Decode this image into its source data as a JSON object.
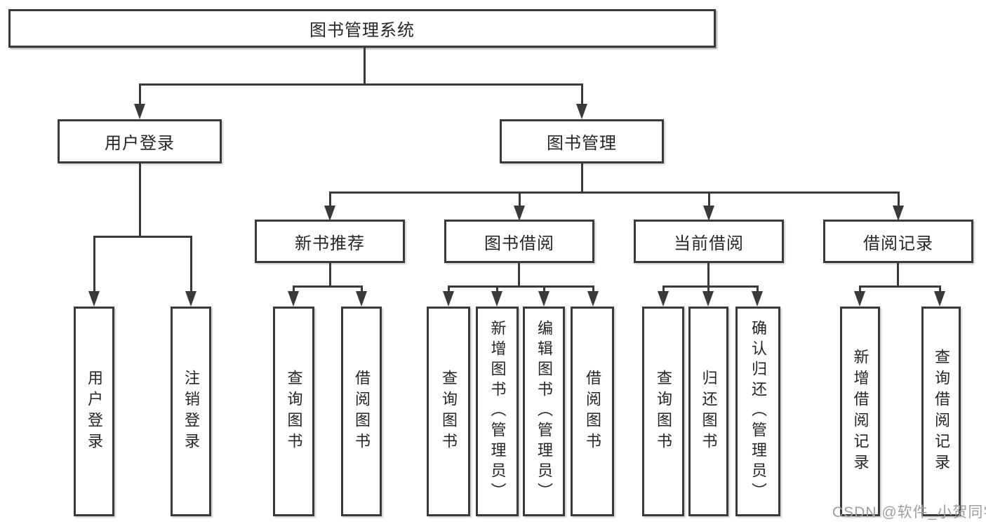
{
  "diagram": {
    "root": {
      "label": "图书管理系统"
    },
    "branches": {
      "user_login": {
        "label": "用户登录",
        "children": [
          {
            "label": "用户登录"
          },
          {
            "label": "注销登录"
          }
        ]
      },
      "book_management": {
        "label": "图书管理",
        "groups": [
          {
            "label": "新书推荐",
            "children": [
              {
                "label": "查询图书"
              },
              {
                "label": "借阅图书"
              }
            ]
          },
          {
            "label": "图书借阅",
            "children": [
              {
                "label": "查询图书"
              },
              {
                "label": "新增图书（管理员）"
              },
              {
                "label": "编辑图书（管理员）"
              },
              {
                "label": "借阅图书"
              }
            ]
          },
          {
            "label": "当前借阅",
            "children": [
              {
                "label": "查询图书"
              },
              {
                "label": "归还图书"
              },
              {
                "label": "确认归还（管理员）"
              }
            ]
          },
          {
            "label": "借阅记录",
            "children": [
              {
                "label": "新增借阅记录"
              },
              {
                "label": "查询借阅记录"
              }
            ]
          }
        ]
      }
    }
  },
  "watermark": {
    "text": "CSDN @软件_小贺同学",
    "color": "#a39d9d"
  },
  "colors": {
    "line": "#3a3a3a",
    "box_border": "#3a3a3a",
    "text": "#262626",
    "background": "#ffffff"
  }
}
